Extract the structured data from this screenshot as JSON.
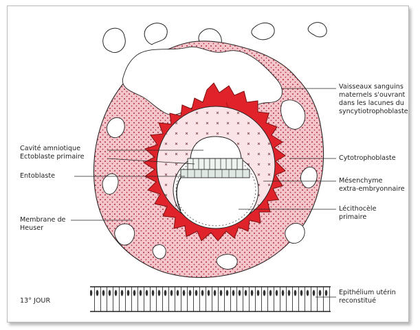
{
  "labels": {
    "vaisseaux_1": "Vaisseaux sanguins",
    "vaisseaux_2": "maternels s'ouvrant",
    "vaisseaux_3": "dans les lacunes du",
    "vaisseaux_4": "syncytiotrophoblaste",
    "cavite": "Cavité amniotique",
    "ectoblaste": "Ectoblaste primaire",
    "entoblaste": "Entoblaste",
    "membrane_1": "Membrane de",
    "membrane_2": "Heuser",
    "cyto": "Cytotrophoblaste",
    "mes_1": "Mésenchyme",
    "mes_2": "extra-embryonnaire",
    "leci_1": "Lécithocèle",
    "leci_2": "primaire",
    "epi_1": "Epithélium utérin",
    "epi_2": "reconstitué",
    "jour": "13° JOUR"
  },
  "colors": {
    "syncytio_pink": "#f4c6cc",
    "cyto_red": "#e0222a",
    "cell_line": "#7a1010",
    "mesenchyme": "#fbe4e7",
    "ink": "#222222"
  }
}
